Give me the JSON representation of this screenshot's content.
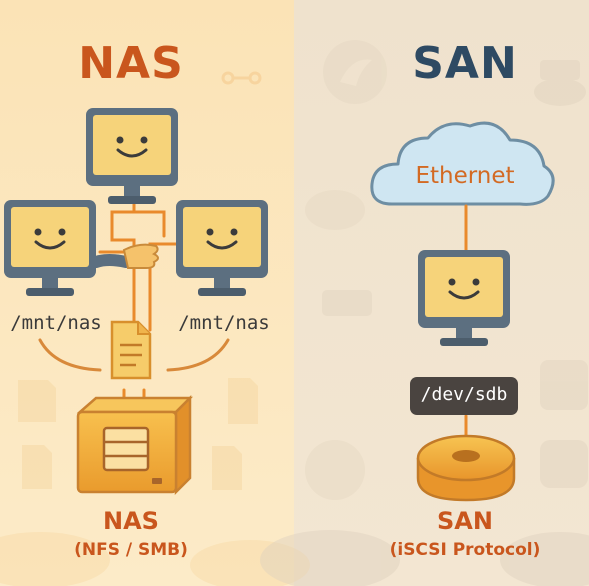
{
  "nas": {
    "title": "NAS",
    "mount_left": "/mnt/nas",
    "mount_right": "/mnt/nas",
    "caption": "NAS",
    "protocol": "(NFS / SMB)"
  },
  "san": {
    "title": "SAN",
    "network": "Ethernet",
    "device": "/dev/sdb",
    "caption": "SAN",
    "protocol": "(iSCSI Protocol)"
  },
  "colors": {
    "nas_bg": "#fbe7bf",
    "san_bg": "#f1e4cf",
    "accent_orange": "#e98a2c",
    "nas_text": "#c9561d",
    "san_title": "#2e4a63",
    "monitor_frame": "#5c6f80",
    "screen": "#f6d37a",
    "cloud": "#cfe6f2",
    "disk": "#f4b843",
    "device_tag": "#4a4440"
  }
}
